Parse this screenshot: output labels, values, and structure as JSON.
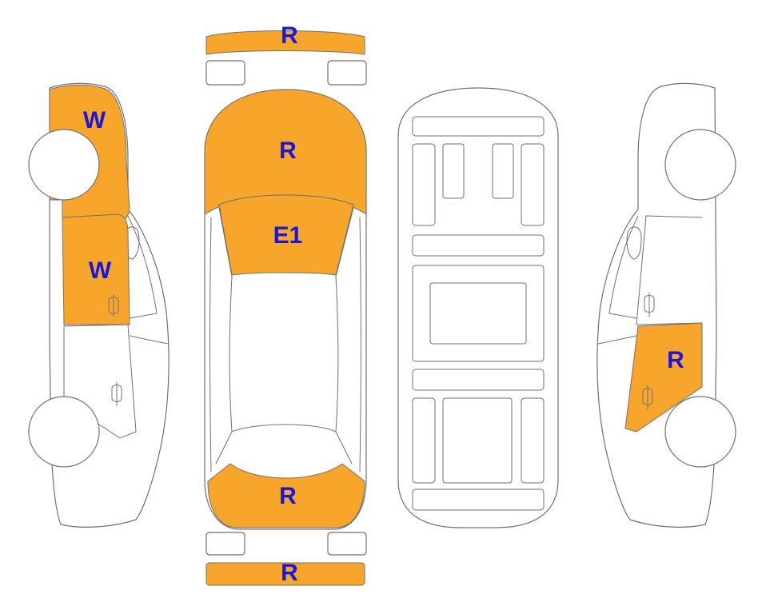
{
  "colors": {
    "damage_fill": "#F8A52C",
    "label_text": "#1A17D6",
    "outline": "#707070"
  },
  "views": {
    "left_side": {
      "view": "left side",
      "labels": [
        {
          "part": "front-fender",
          "code": "W"
        },
        {
          "part": "front-door",
          "code": "W"
        }
      ]
    },
    "top": {
      "view": "top",
      "labels": [
        {
          "part": "front-bumper",
          "code": "R"
        },
        {
          "part": "hood",
          "code": "R"
        },
        {
          "part": "windshield",
          "code": "E1"
        },
        {
          "part": "trunk-lid",
          "code": "R"
        },
        {
          "part": "rear-bumper",
          "code": "R"
        }
      ]
    },
    "underbody": {
      "view": "underbody",
      "labels": []
    },
    "right_side": {
      "view": "right side",
      "labels": [
        {
          "part": "rear-door",
          "code": "R"
        }
      ]
    }
  }
}
